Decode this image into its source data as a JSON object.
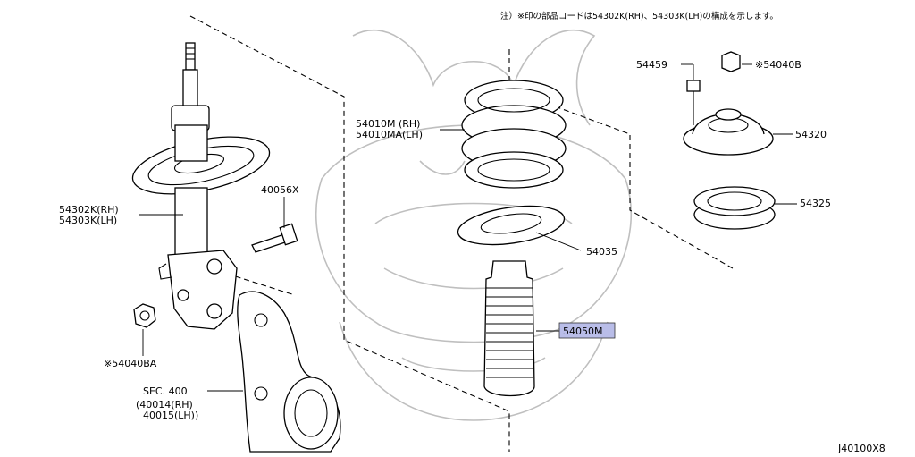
{
  "note": "注）※印の部品コードは54302K(RH)、54303K(LH)の構成を示します。",
  "figure_code": "J40100X8",
  "callouts": {
    "strut_rh": "54302K(RH)",
    "strut_lh": "54303K(LH)",
    "bolt": "40056X",
    "nut": "※54040BA",
    "sec_400": "SEC. 400",
    "knuckle_rh": "(40014(RH)",
    "knuckle_lh": "40015(LH))",
    "spring_rh": "54010M (RH)",
    "spring_lh": "54010MA(LH)",
    "seat": "54035",
    "boot": "54050M",
    "stud_bolt": "54459",
    "upper_nut": "※54040B",
    "mount": "54320",
    "bearing": "54325"
  },
  "colors": {
    "highlight": "#b9bde8"
  }
}
